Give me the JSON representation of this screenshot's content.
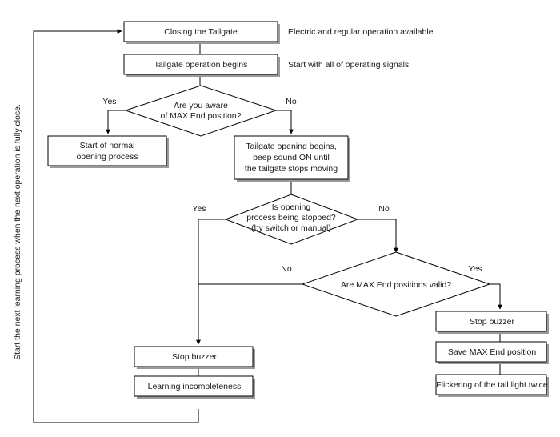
{
  "diagram": {
    "title": "Tailgate closing / MAX End position learning flowchart",
    "accent_color": "#000000",
    "background_color": "#ffffff",
    "shadow_color": "#9a9a9a",
    "nodes": {
      "closing_the_tailgate": {
        "label": "Closing the Tailgate",
        "shape": "process"
      },
      "tailgate_operation_begins": {
        "label": "Tailgate operation begins",
        "shape": "process"
      },
      "aware_max_end_q": {
        "line1": "Are you aware",
        "line2": "of MAX End position?",
        "shape": "decision"
      },
      "start_of_normal": {
        "line1": "Start of normal",
        "line2": "opening process",
        "shape": "process"
      },
      "tailgate_opening_begins": {
        "line1": "Tailgate opening begins,",
        "line2": "beep sound ON until",
        "line3": "the tailgate stops moving",
        "shape": "process"
      },
      "opening_stopped_q": {
        "line1": "Is opening",
        "line2": "process being stopped?",
        "line3": "(by switch or manual)",
        "shape": "decision"
      },
      "max_end_valid_q": {
        "label": "Are MAX End positions valid?",
        "shape": "decision"
      },
      "stop_buzzer_left": {
        "label": "Stop buzzer",
        "shape": "process"
      },
      "learning_incompleteness": {
        "label": "Learning incompleteness",
        "shape": "process"
      },
      "stop_buzzer_right": {
        "label": "Stop buzzer",
        "shape": "process"
      },
      "save_max_end": {
        "label": "Save MAX End position",
        "shape": "process"
      },
      "flickering_tail_light": {
        "label": "Flickering of the tail light twice",
        "shape": "process"
      }
    },
    "edge_labels": {
      "aware_yes": "Yes",
      "aware_no": "No",
      "stopped_yes": "Yes",
      "stopped_no": "No",
      "valid_no": "No",
      "valid_yes": "Yes"
    },
    "annotations": {
      "note_electric": "Electric and regular operation available",
      "note_start_signals": "Start with all of operating signals",
      "note_vertical": "Start the next learning process when the next operation is fully close."
    }
  }
}
